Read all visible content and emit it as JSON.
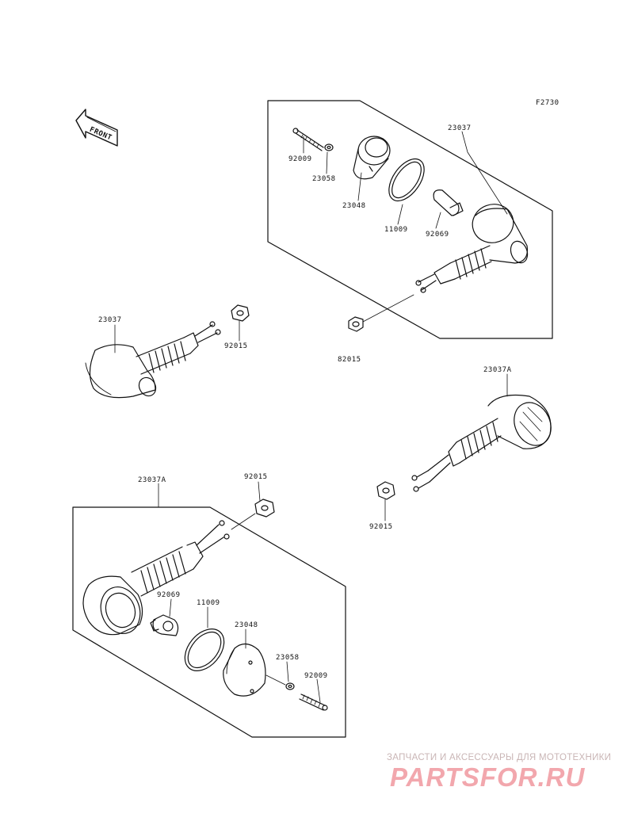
{
  "diagram": {
    "code": "F2730",
    "front_label": "FRONT",
    "labels": {
      "p23037_top": "23037",
      "p92009_top": "92009",
      "p23058_top": "23058",
      "p23048_top": "23048",
      "p11009_top": "11009",
      "p92069_top": "92069",
      "p82015": "82015",
      "p23037_left": "23037",
      "p92015_left": "92015",
      "p23037A_right": "23037A",
      "p92015_right": "92015",
      "p23037A_bottom": "23037A",
      "p92015_bottom": "92015",
      "p92069_bottom": "92069",
      "p11009_bottom": "11009",
      "p23048_bottom": "23048",
      "p23058_bottom": "23058",
      "p92009_bottom": "92009"
    }
  },
  "watermark": {
    "subtitle": "ЗАПЧАСТИ И АКСЕССУАРЫ ДЛЯ МОТОТЕХНИКИ",
    "logo": "PARTSFOR.RU"
  }
}
